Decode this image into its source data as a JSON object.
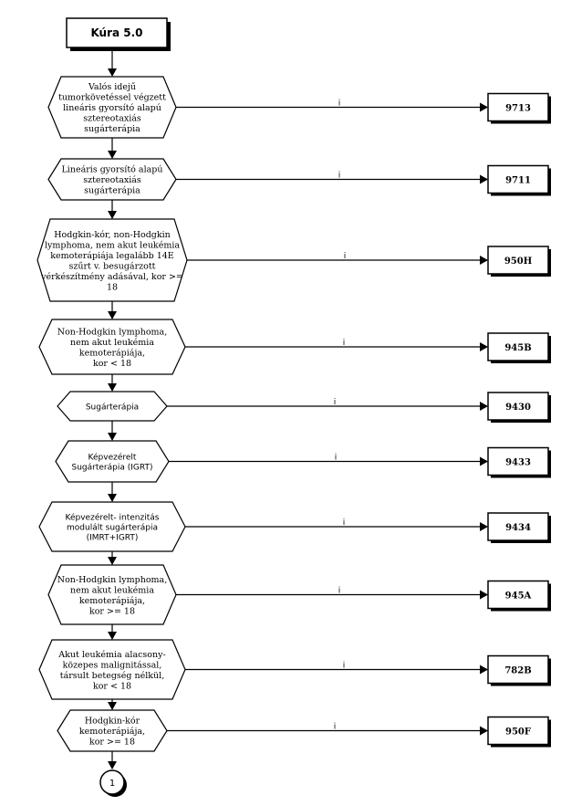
{
  "start": {
    "label": "Kúra 5.0"
  },
  "decisions": [
    {
      "lines": [
        "Valós idejű",
        "tumorkövetéssel végzett",
        "lineáris gyorsító alapú",
        "sztereotaxiás",
        "sugárterápia"
      ],
      "edge_label": "i",
      "code": "9713",
      "font": "serif"
    },
    {
      "lines": [
        "Lineáris gyorsító alapú",
        "sztereotaxiás",
        "sugárterápia"
      ],
      "edge_label": "i",
      "code": "9711",
      "font": "serif"
    },
    {
      "lines": [
        "Hodgkin-kór, non-Hodgkin",
        "lymphoma, nem akut leukémia",
        "kemoterápiája legalább 14E",
        "szűrt v. besugárzott",
        "vérkészítmény adásával, kor >=",
        "18"
      ],
      "edge_label": "i",
      "code": "950H",
      "font": "serif"
    },
    {
      "lines": [
        "Non-Hodgkin lymphoma,",
        "nem akut leukémia",
        "kemoterápiája,",
        "kor < 18"
      ],
      "edge_label": "i",
      "code": "945B",
      "font": "serif"
    },
    {
      "lines": [
        "Sugárterápia"
      ],
      "edge_label": "i",
      "code": "9430",
      "font": "sans"
    },
    {
      "lines": [
        "Képvezérelt",
        "Sugárterápia (IGRT)"
      ],
      "edge_label": "i",
      "code": "9433",
      "font": "sans"
    },
    {
      "lines": [
        "Képvezérelt- intenzitás",
        "modulált sugárterápia",
        "(IMRT+IGRT)"
      ],
      "edge_label": "i",
      "code": "9434",
      "font": "sans"
    },
    {
      "lines": [
        "Non-Hodgkin lymphoma,",
        "nem akut leukémia",
        "kemoterápiája,",
        "kor >= 18"
      ],
      "edge_label": "i",
      "code": "945A",
      "font": "serif"
    },
    {
      "lines": [
        "Akut leukémia alacsony-",
        "közepes malignitással,",
        "társult betegség nélkül,",
        "kor < 18"
      ],
      "edge_label": "i",
      "code": "782B",
      "font": "serif"
    },
    {
      "lines": [
        "Hodgkin-kór",
        "kemoterápiája,",
        "kor >= 18"
      ],
      "edge_label": "i",
      "code": "950F",
      "font": "serif"
    }
  ],
  "connector": {
    "label": "1"
  }
}
